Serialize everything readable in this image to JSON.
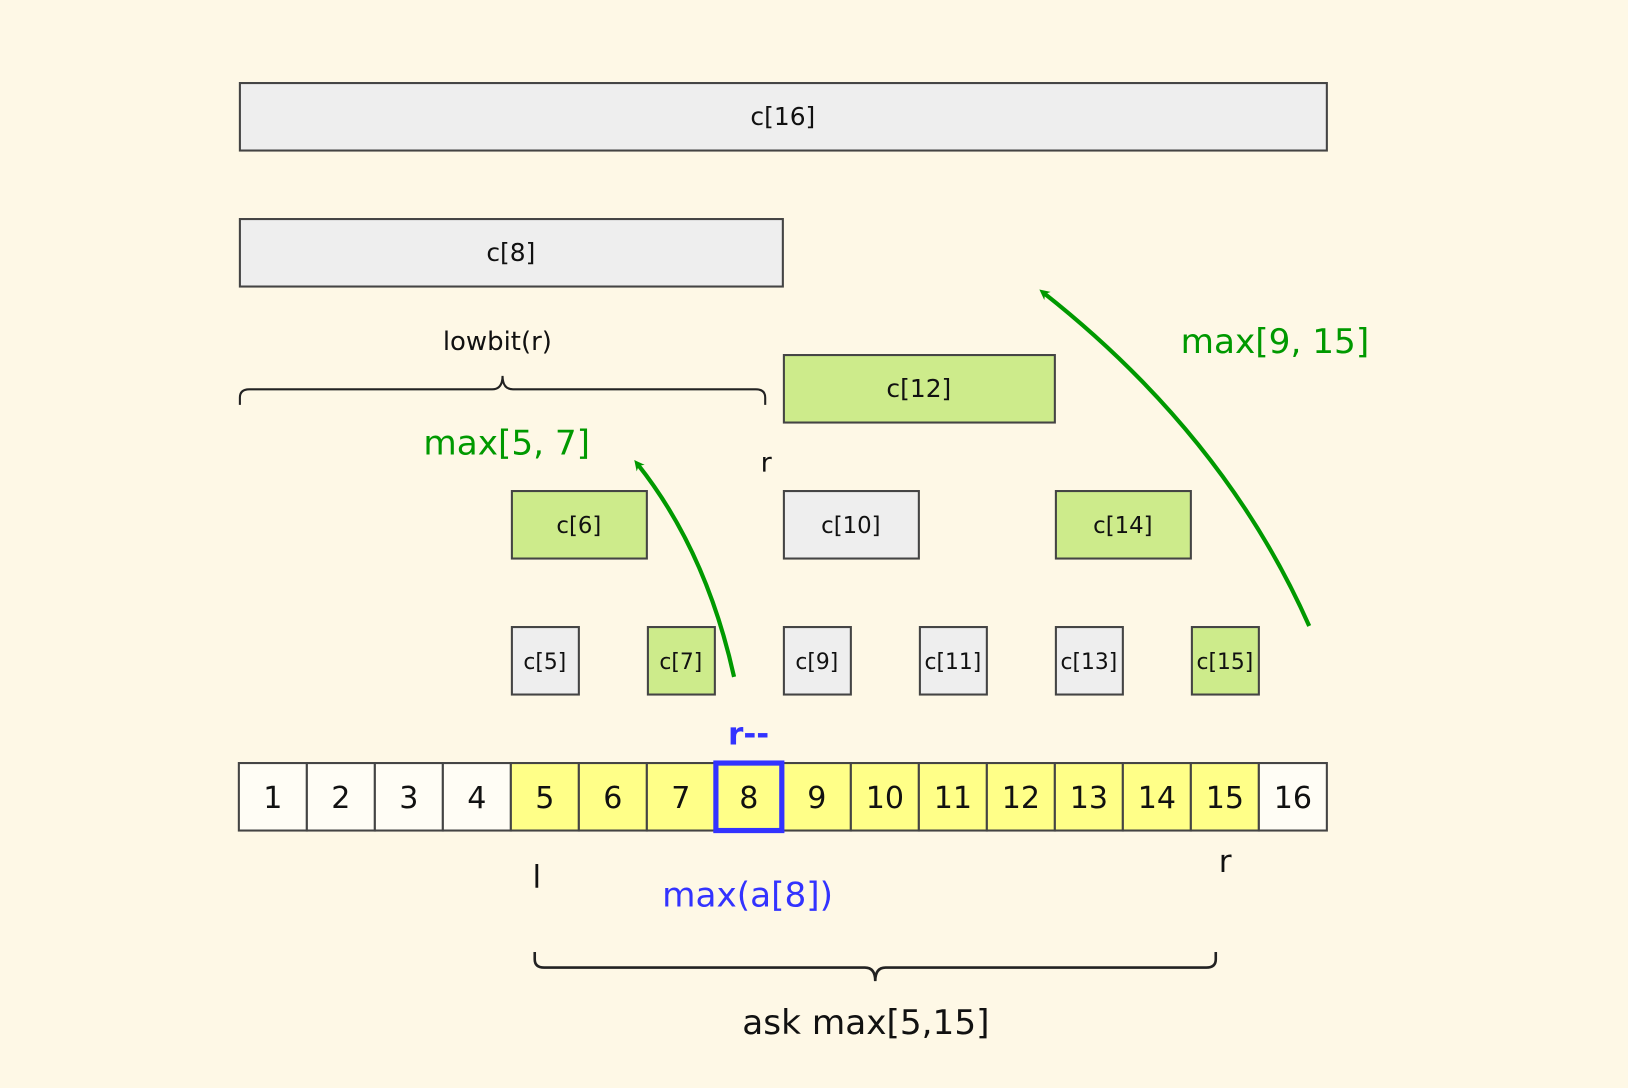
{
  "title": "Fenwick tree range max query",
  "colors": {
    "background": "#fef8e6",
    "node_gray": "#eeeeee",
    "node_green": "#cdeb8b",
    "cell_yellow": "#ffff88",
    "cell_white": "#fffdf5",
    "border": "#444444",
    "green_text": "#009900",
    "blue_text": "#3333ff"
  },
  "tree_nodes": [
    {
      "label": "c[16]",
      "index": 16,
      "span": [
        1,
        16
      ],
      "highlight": false
    },
    {
      "label": "c[8]",
      "index": 8,
      "span": [
        1,
        8
      ],
      "highlight": false
    },
    {
      "label": "c[12]",
      "index": 12,
      "span": [
        9,
        12
      ],
      "highlight": true
    },
    {
      "label": "c[6]",
      "index": 6,
      "span": [
        5,
        6
      ],
      "highlight": true
    },
    {
      "label": "c[10]",
      "index": 10,
      "span": [
        9,
        10
      ],
      "highlight": false
    },
    {
      "label": "c[14]",
      "index": 14,
      "span": [
        13,
        14
      ],
      "highlight": true
    },
    {
      "label": "c[5]",
      "index": 5,
      "span": [
        5,
        5
      ],
      "highlight": false
    },
    {
      "label": "c[7]",
      "index": 7,
      "span": [
        7,
        7
      ],
      "highlight": true
    },
    {
      "label": "c[9]",
      "index": 9,
      "span": [
        9,
        9
      ],
      "highlight": false
    },
    {
      "label": "c[11]",
      "index": 11,
      "span": [
        11,
        11
      ],
      "highlight": false
    },
    {
      "label": "c[13]",
      "index": 13,
      "span": [
        13,
        13
      ],
      "highlight": false
    },
    {
      "label": "c[15]",
      "index": 15,
      "span": [
        15,
        15
      ],
      "highlight": true
    }
  ],
  "array": {
    "cells": [
      "1",
      "2",
      "3",
      "4",
      "5",
      "6",
      "7",
      "8",
      "9",
      "10",
      "11",
      "12",
      "13",
      "14",
      "15",
      "16"
    ],
    "query_range": [
      5,
      15
    ],
    "current": 8
  },
  "labels": {
    "lowbit": "lowbit(r)",
    "max_5_7": "max[5, 7]",
    "max_9_15": "max[9, 15]",
    "r_upper": "r",
    "r_decrement": "r--",
    "l_marker": "l",
    "r_marker": "r",
    "max_a8": "max(a[8])",
    "ask": "ask max[5,15]"
  }
}
